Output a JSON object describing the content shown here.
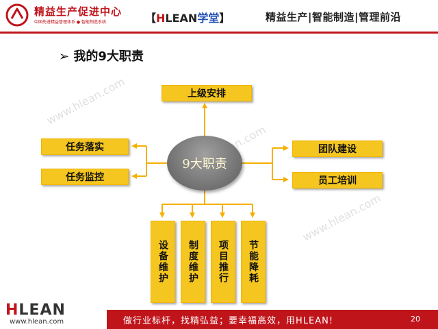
{
  "header": {
    "brand_name": "精益生产促进中心",
    "brand_sub": "中国先进精益管理体系 ● 智能制造系统",
    "tag_open": "【",
    "tag_h": "H",
    "tag_lean": "LEAN",
    "tag_xuetang": "学堂",
    "tag_close": "】",
    "slogan": "精益生产|智能制造|管理前沿"
  },
  "title": "我的9大职责",
  "watermark": "www.hlean.com",
  "diagram": {
    "center": "9大职责",
    "top": "上级安排",
    "left": [
      "任务落实",
      "任务监控"
    ],
    "right": [
      "团队建设",
      "员工培训"
    ],
    "bottom": [
      "设备维护",
      "制度维护",
      "项目推行",
      "节能降耗"
    ]
  },
  "footer": {
    "logo_h": "H",
    "logo_lean": "LEAN",
    "url": "www.hlean.com",
    "slogan": "做行业标杆，找精弘益；要幸福高效，用HLEAN!",
    "page": "20"
  },
  "colors": {
    "brand_red": "#c0141b",
    "box_yellow": "#f5c61f",
    "connector": "#f5b000",
    "node_gray": "#7a7a7a"
  }
}
